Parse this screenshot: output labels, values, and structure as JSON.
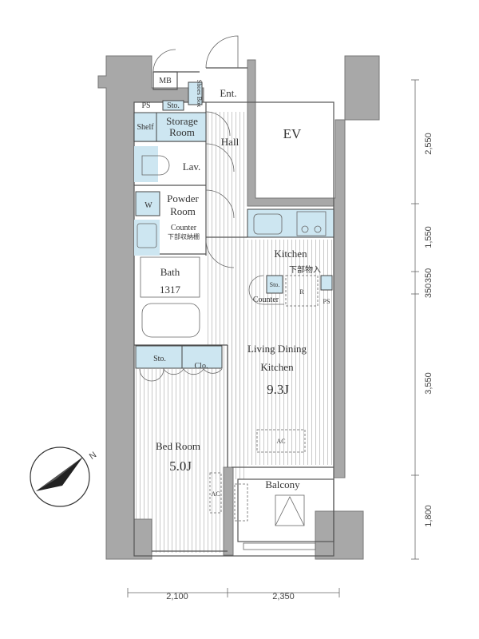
{
  "rooms": {
    "mb": "MB",
    "shoes_box": "Shoes Box",
    "entrance": "Ent.",
    "ps_top": "PS",
    "sto_top": "Sto.",
    "shelf": "Shelf",
    "storage_room_1": "Storage",
    "storage_room_2": "Room",
    "hall": "Hall",
    "ev": "EV",
    "lavatory": "Lav.",
    "powder_room_1": "Powder",
    "powder_room_2": "Room",
    "washer": "W",
    "counter_powder": "Counter",
    "counter_powder_note": "下部収納棚",
    "kitchen": "Kitchen",
    "kitchen_note": "下部物入",
    "sto_kitchen": "Sto.",
    "counter_kitchen": "Counter",
    "fridge": "R",
    "ps_kitchen": "PS",
    "bath": "Bath",
    "bath_size": "1317",
    "ldk_1": "Living Dining",
    "ldk_2": "Kitchen",
    "ldk_size": "9.3J",
    "sto_bed": "Sto.",
    "closet": "Clo.",
    "bedroom": "Bed Room",
    "bedroom_size": "5.0J",
    "ac_ldk": "AC",
    "ac_bed": "AC",
    "balcony": "Balcony"
  },
  "dimensions": {
    "vertical": [
      "2,550",
      "1,550",
      "350",
      "350",
      "3,550",
      "1,800"
    ],
    "horizontal": [
      "2,100",
      "2,350"
    ]
  },
  "compass": {
    "label": "N"
  },
  "colors": {
    "wall": "#a8a8a8",
    "fixture": "#cde6f1"
  }
}
